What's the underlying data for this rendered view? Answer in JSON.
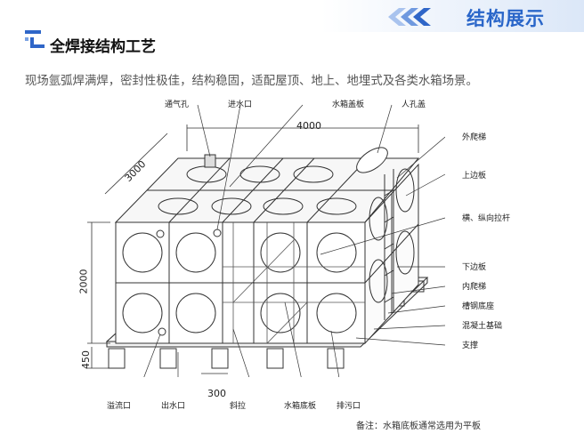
{
  "banner": {
    "title": "结构展示"
  },
  "heading": "全焊接结构工艺",
  "description": "现场氩弧焊满焊，密封性极佳，结构稳固，适配屋顶、地上、地埋式及各类水箱场景。",
  "diagram": {
    "callouts": {
      "vent": "通气孔",
      "inlet": "进水口",
      "cover_plate": "水箱盖板",
      "manhole": "人孔盖",
      "outer_ladder": "外爬梯",
      "top_edge_plate": "上边板",
      "tie_rods": "横、纵向拉杆",
      "bottom_edge_plate": "下边板",
      "inner_ladder": "内爬梯",
      "channel_base": "槽钢底座",
      "concrete_base": "混凝土基础",
      "support": "支撑",
      "overflow": "溢流口",
      "outlet": "出水口",
      "diagonal_brace": "斜拉",
      "bottom_plate": "水箱底板",
      "drain": "排污口"
    },
    "dimensions": {
      "length": "4000",
      "width": "3000",
      "height": "2000",
      "base_height": "450",
      "spacing": "300"
    }
  },
  "note": "备注：水箱底板通常选用为平板"
}
